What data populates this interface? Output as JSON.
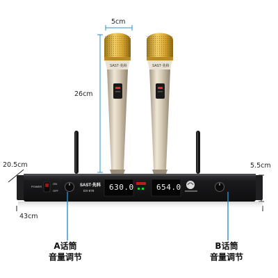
{
  "dimensions": {
    "mic_width": "5cm",
    "mic_height": "26cm",
    "depth": "20.5cm",
    "receiver_height": "5.5cm",
    "receiver_width": "43cm"
  },
  "receiver": {
    "brand": "SAST·先科",
    "model": "DX-678",
    "power_label": "POWER",
    "power_on": "ON",
    "power_off": "OFF",
    "channel_a_frequency": "630.0",
    "channel_b_frequency": "654.0"
  },
  "microphones": {
    "brand_label": "SAST·先科"
  },
  "callouts": {
    "a_line1": "A话筒",
    "a_line2": "音量调节",
    "b_line1": "B话筒",
    "b_line2": "音量调节"
  },
  "colors": {
    "grille_gold": "#d8a630",
    "mic_body": "#cdbfa7",
    "receiver_body": "#1b1b1d",
    "dimension_line": "#2a8fd0"
  }
}
